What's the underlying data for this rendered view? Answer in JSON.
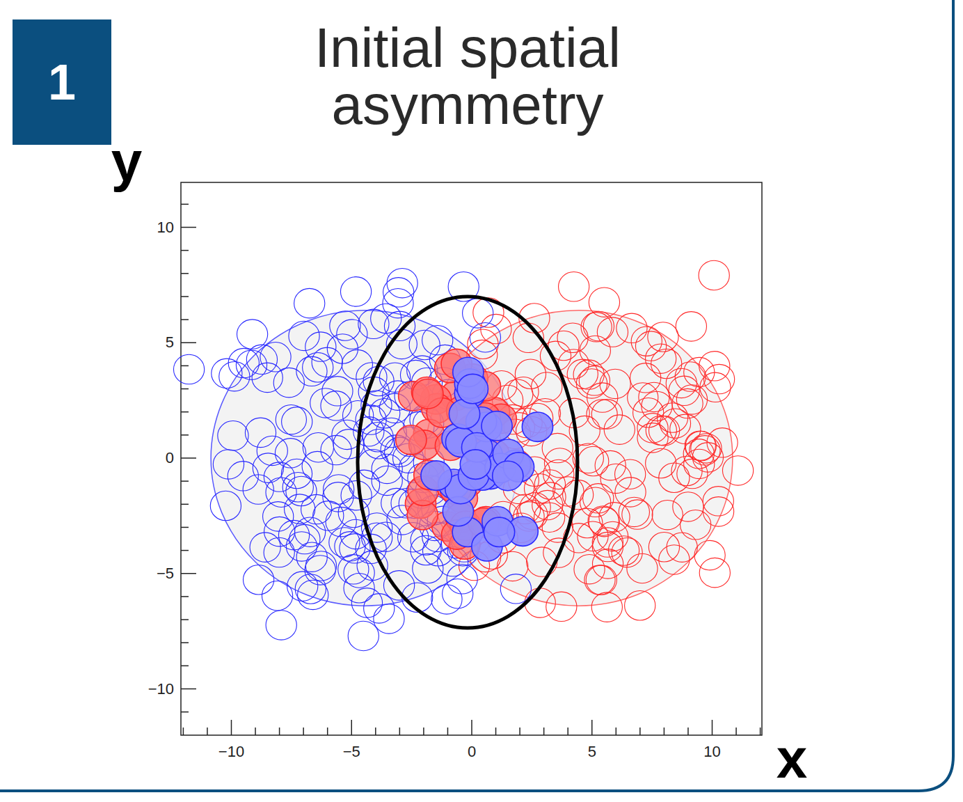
{
  "diagram": {
    "title": "Initial spatial asymmetry",
    "nodes": [
      {
        "text": [
          "1"
        ]
      }
    ],
    "labels": [
      "y",
      "x",
      "−10",
      "−5",
      "0",
      "5",
      "10",
      "10",
      "5",
      "0",
      "−5",
      "−10"
    ]
  }
}
